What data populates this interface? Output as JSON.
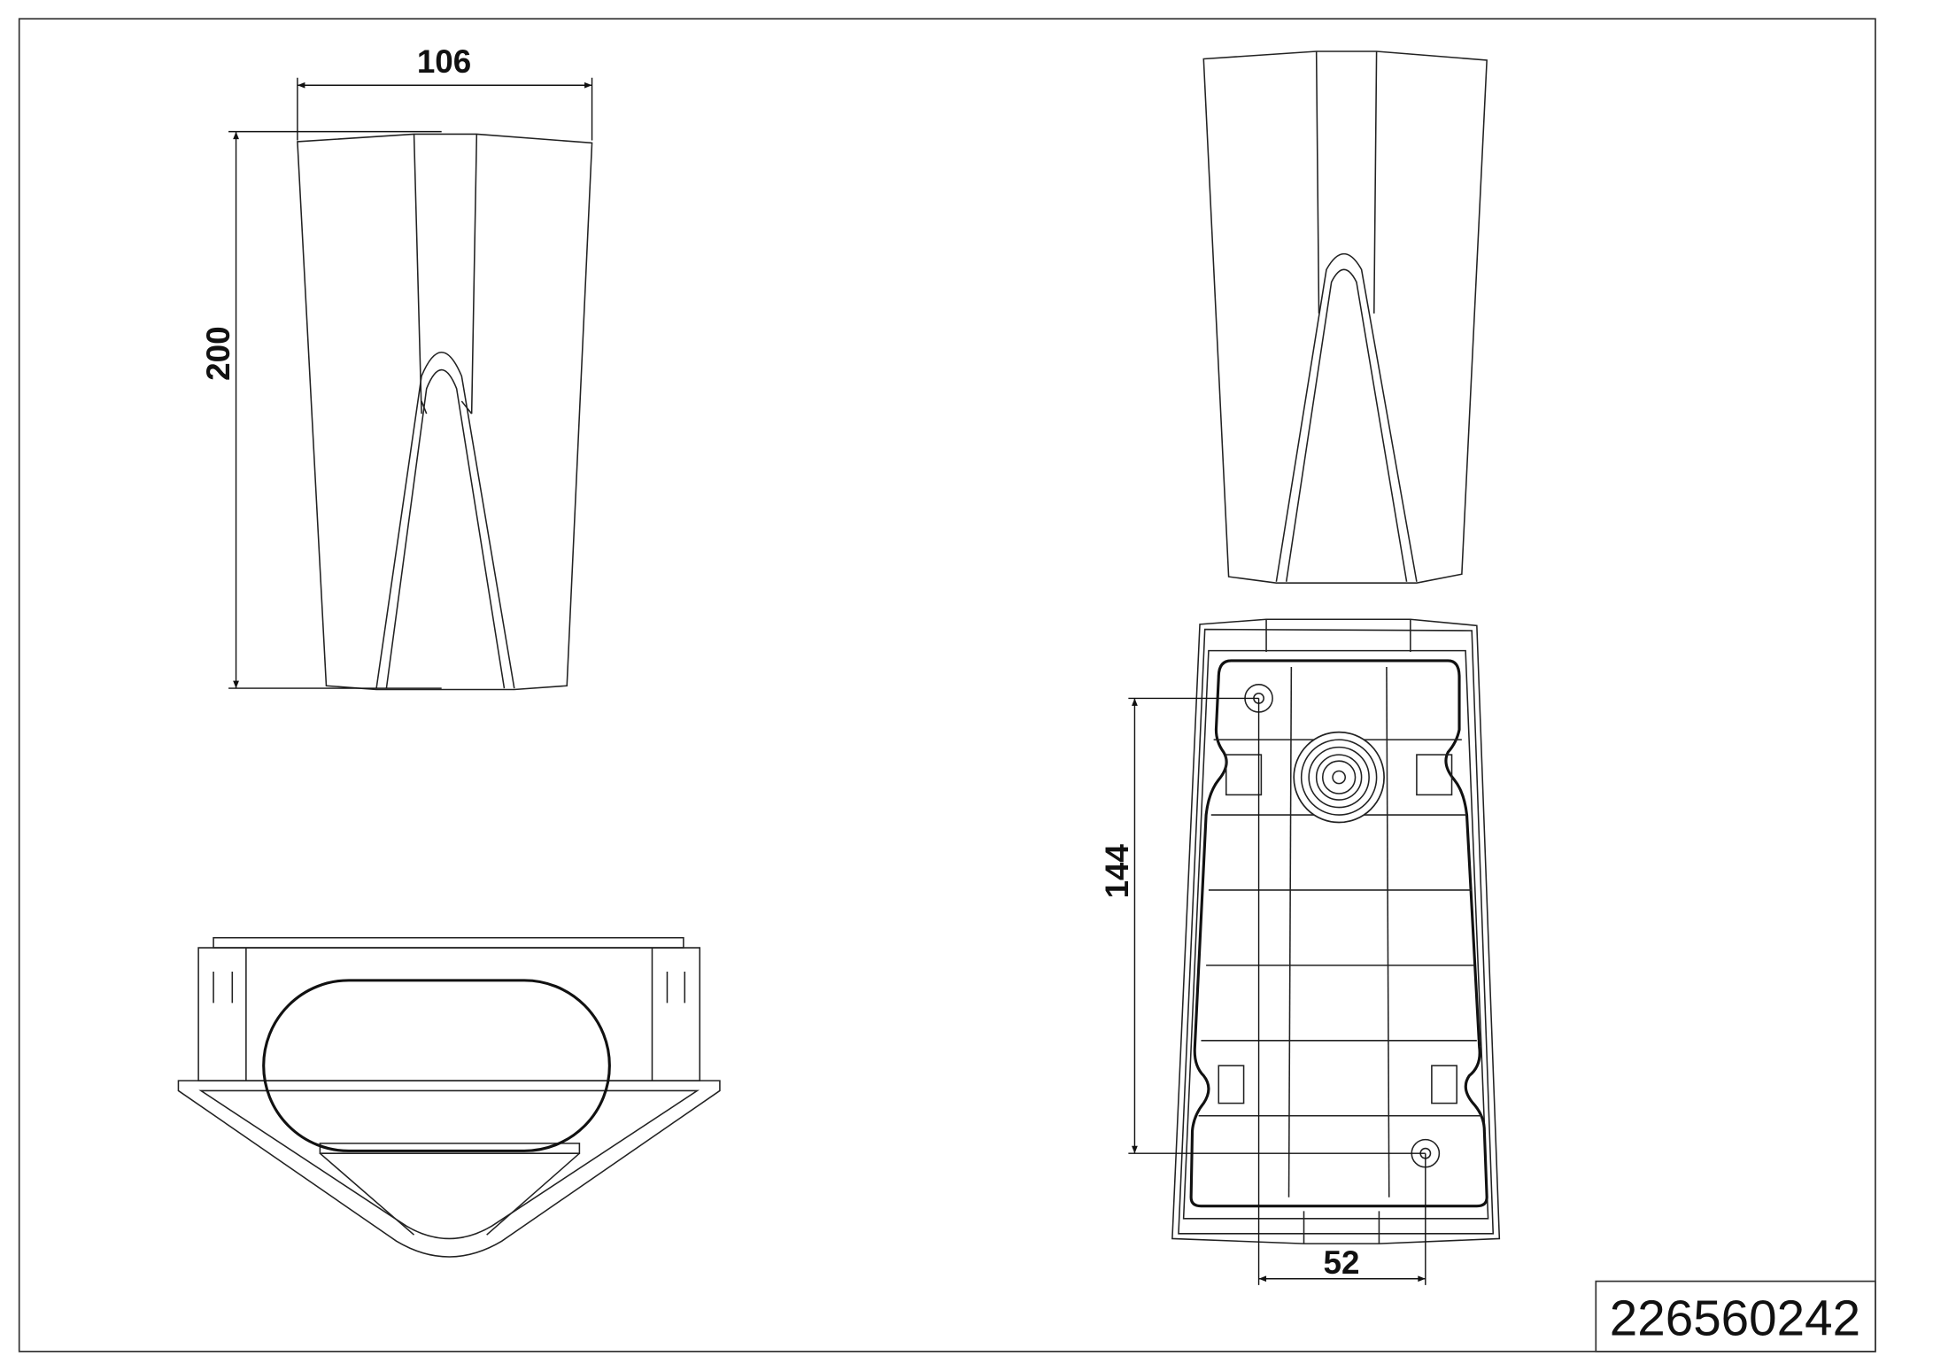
{
  "drawing_number": "226560242",
  "dimensions": {
    "width": "106",
    "height": "200",
    "hole_spacing_vertical": "144",
    "hole_spacing_horizontal": "52"
  }
}
